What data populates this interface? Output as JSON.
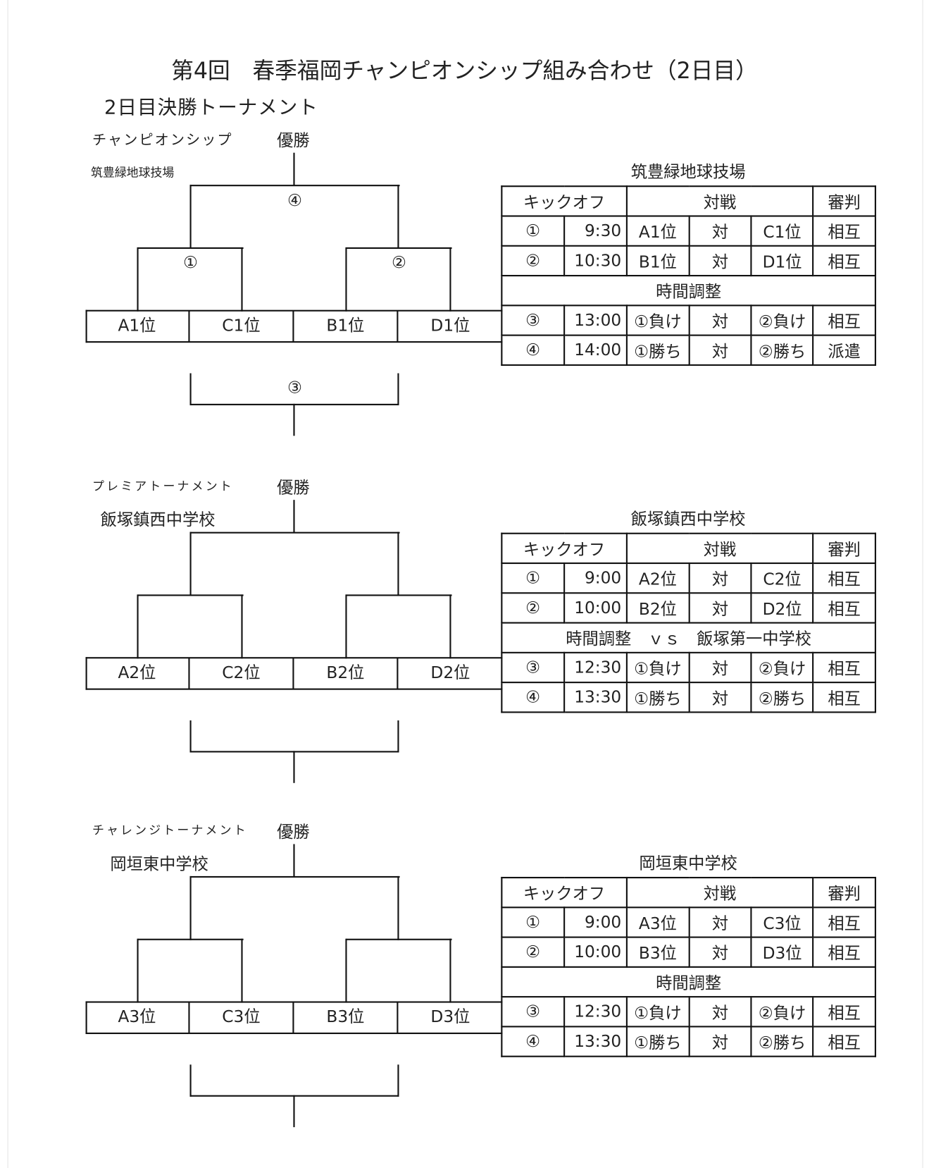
{
  "title": "第4回　春季福岡チャンピオンシップ組み合わせ（2日目）",
  "subtitle": "2日目決勝トーナメント",
  "table_header": {
    "kickoff": "キックオフ",
    "match": "対戦",
    "referee": "審判"
  },
  "sections": [
    {
      "name": "チャンピオンシップ",
      "winner_label": "優勝",
      "venue_left": "筑豊緑地球技場",
      "venue_title": "筑豊緑地球技場",
      "bracket_labels": {
        "final": "④",
        "semi1": "①",
        "semi2": "②",
        "third": "③"
      },
      "teams": [
        "A1位",
        "C1位",
        "B1位",
        "D1位"
      ],
      "rows": [
        {
          "no": "①",
          "time": "9:30",
          "home": "A1位",
          "vs": "対",
          "away": "C1位",
          "ref": "相互"
        },
        {
          "no": "②",
          "time": "10:30",
          "home": "B1位",
          "vs": "対",
          "away": "D1位",
          "ref": "相互"
        },
        {
          "note": "時間調整"
        },
        {
          "no": "③",
          "time": "13:00",
          "home": "①負け",
          "vs": "対",
          "away": "②負け",
          "ref": "相互"
        },
        {
          "no": "④",
          "time": "14:00",
          "home": "①勝ち",
          "vs": "対",
          "away": "②勝ち",
          "ref": "派遣"
        }
      ]
    },
    {
      "name": "プレミアトーナメント",
      "winner_label": "優勝",
      "venue_left": "飯塚鎮西中学校",
      "venue_title": "飯塚鎮西中学校",
      "teams": [
        "A2位",
        "C2位",
        "B2位",
        "D2位"
      ],
      "rows": [
        {
          "no": "①",
          "time": "9:00",
          "home": "A2位",
          "vs": "対",
          "away": "C2位",
          "ref": "相互"
        },
        {
          "no": "②",
          "time": "10:00",
          "home": "B2位",
          "vs": "対",
          "away": "D2位",
          "ref": "相互"
        },
        {
          "note": "時間調整　ｖｓ　飯塚第一中学校"
        },
        {
          "no": "③",
          "time": "12:30",
          "home": "①負け",
          "vs": "対",
          "away": "②負け",
          "ref": "相互"
        },
        {
          "no": "④",
          "time": "13:30",
          "home": "①勝ち",
          "vs": "対",
          "away": "②勝ち",
          "ref": "相互"
        }
      ]
    },
    {
      "name": "チャレンジトーナメント",
      "winner_label": "優勝",
      "venue_left": "岡垣東中学校",
      "venue_title": "岡垣東中学校",
      "teams": [
        "A3位",
        "C3位",
        "B3位",
        "D3位"
      ],
      "rows": [
        {
          "no": "①",
          "time": "9:00",
          "home": "A3位",
          "vs": "対",
          "away": "C3位",
          "ref": "相互"
        },
        {
          "no": "②",
          "time": "10:00",
          "home": "B3位",
          "vs": "対",
          "away": "D3位",
          "ref": "相互"
        },
        {
          "note": "時間調整"
        },
        {
          "no": "③",
          "time": "12:30",
          "home": "①負け",
          "vs": "対",
          "away": "②負け",
          "ref": "相互"
        },
        {
          "no": "④",
          "time": "13:30",
          "home": "①勝ち",
          "vs": "対",
          "away": "②勝ち",
          "ref": "相互"
        }
      ]
    }
  ]
}
